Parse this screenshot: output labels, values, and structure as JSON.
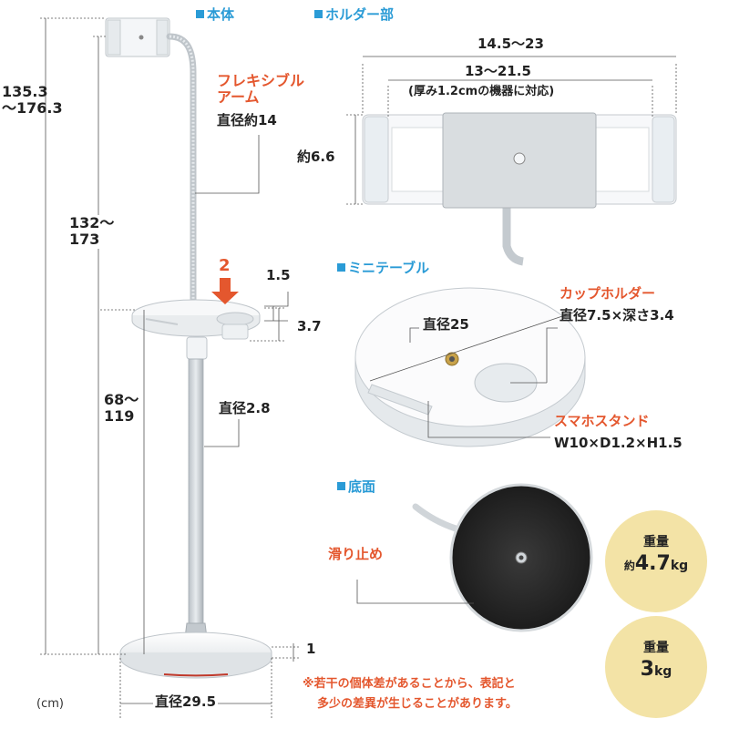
{
  "sections": {
    "body": "本体",
    "holder": "ホルダー部",
    "mini_table": "ミニテーブル",
    "bottom": "底面"
  },
  "body_dims": {
    "total_height_1": "135.3",
    "total_height_2": "～176.3",
    "arm_height_1": "132～",
    "arm_height_2": "173",
    "table_height_1": "68～",
    "table_height_2": "119",
    "flex_arm_1": "フレキシブル",
    "flex_arm_2": "アーム",
    "flex_arm_diameter": "直径約14",
    "table_number": "2",
    "table_thickness": "1.5",
    "table_depth": "3.7",
    "pole_diameter": "直径2.8",
    "base_thickness": "1",
    "base_diameter": "直径29.5",
    "unit": "(cm)"
  },
  "holder_dims": {
    "outer_width": "14.5～23",
    "inner_width": "13～21.5",
    "thickness_note": "(厚み1.2cmの機器に対応)",
    "height": "約6.6"
  },
  "mini_table": {
    "diameter": "直径25",
    "cup_holder_title": "カップホルダー",
    "cup_holder_size": "直径7.5×深さ3.4",
    "phone_stand_title": "スマホスタンド",
    "phone_stand_size": "W10×D1.2×H1.5"
  },
  "bottom": {
    "non_slip": "滑り止め"
  },
  "weight_badges": [
    {
      "label": "重量",
      "prefix": "約",
      "value": "4.7",
      "unit": "kg"
    },
    {
      "label": "重量",
      "prefix": "",
      "value": "3",
      "unit": "kg"
    }
  ],
  "note_lines": [
    "※若干の個体差があることから、表記と",
    "多少の差異が生じることがあります。"
  ],
  "colors": {
    "section_blue": "#2a9bd6",
    "callout_orange": "#e4572e",
    "badge_yellow": "#f3e3a6"
  }
}
